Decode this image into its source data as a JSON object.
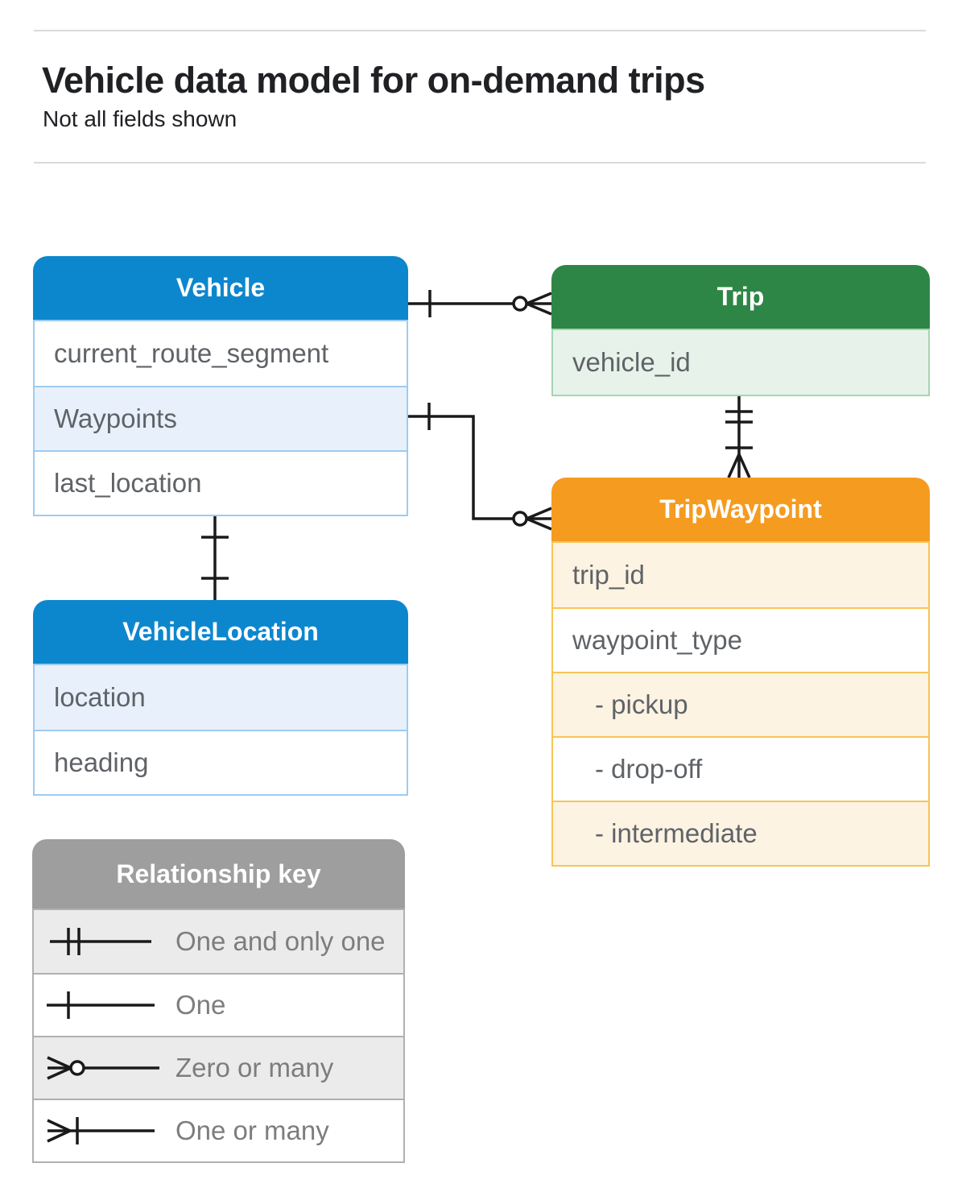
{
  "header": {
    "title": "Vehicle data model for on-demand trips",
    "subtitle": "Not all fields shown"
  },
  "entities": {
    "vehicle": {
      "title": "Vehicle",
      "fields": [
        "current_route_segment",
        "Waypoints",
        "last_location"
      ],
      "color": "#0c87ce"
    },
    "trip": {
      "title": "Trip",
      "fields": [
        "vehicle_id"
      ],
      "color": "#2e8646"
    },
    "trip_waypoint": {
      "title": "TripWaypoint",
      "fields": [
        "trip_id",
        "waypoint_type",
        "- pickup",
        "- drop-off",
        "- intermediate"
      ],
      "color": "#f59b20"
    },
    "vehicle_location": {
      "title": "VehicleLocation",
      "fields": [
        "location",
        "heading"
      ],
      "color": "#0c87ce"
    }
  },
  "relationships": [
    {
      "from": "Vehicle",
      "to": "Trip",
      "from_end": "one",
      "to_end": "zero or many"
    },
    {
      "from": "Vehicle.Waypoints",
      "to": "TripWaypoint",
      "from_end": "one",
      "to_end": "zero or many"
    },
    {
      "from": "Trip",
      "to": "TripWaypoint",
      "from_end": "one and only one",
      "to_end": "one or many"
    },
    {
      "from": "Vehicle.last_location",
      "to": "VehicleLocation",
      "from_end": "one",
      "to_end": "one"
    }
  ],
  "legend": {
    "title": "Relationship key",
    "items": [
      {
        "icon": "one-and-only-one-icon",
        "label": "One and only one"
      },
      {
        "icon": "one-icon",
        "label": "One"
      },
      {
        "icon": "zero-or-many-icon",
        "label": "Zero or many"
      },
      {
        "icon": "one-or-many-icon",
        "label": "One or many"
      }
    ]
  },
  "colors": {
    "blue_header": "#0c87ce",
    "blue_row": "#e8f1fb",
    "blue_border": "#9dcbf2",
    "green_header": "#2e8646",
    "green_row": "#e7f3ea",
    "green_border": "#a6d4b0",
    "orange_header": "#f59b20",
    "orange_row": "#fdf3e2",
    "orange_border": "#f7c457",
    "gray_header": "#9e9e9e",
    "gray_row": "#ebebeb",
    "gray_border": "#b0b0b0",
    "field_text": "#5f6368",
    "legend_text": "#7d7d7d",
    "title_text": "#202124",
    "connector_line": "#1a1a1a",
    "divider": "#d9dadc"
  }
}
